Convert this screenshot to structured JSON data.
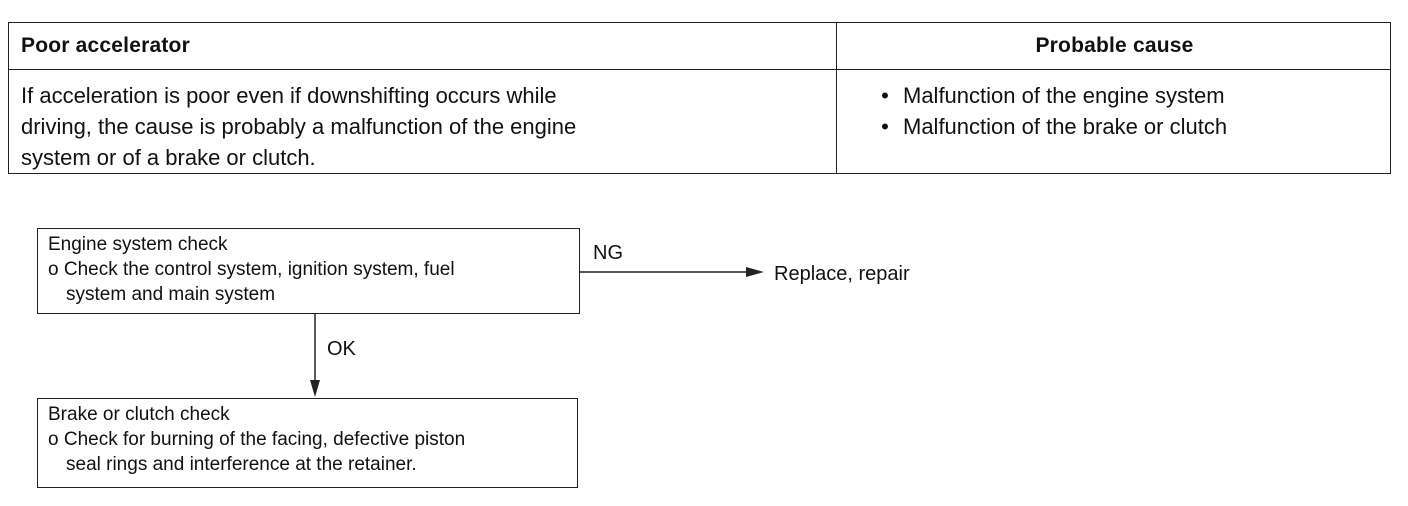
{
  "table": {
    "header_left": "Poor accelerator",
    "header_right": "Probable cause",
    "description_lines": [
      "If acceleration is poor even if downshifting occurs while",
      "driving, the cause is probably a malfunction of the engine",
      "system or of a brake or clutch."
    ],
    "causes": [
      "Malfunction of the engine system",
      "Malfunction of the brake or clutch"
    ],
    "bullet": "•"
  },
  "flowchart": {
    "step1": {
      "title": "Engine system check",
      "lines": [
        "o Check the control system, ignition system, fuel",
        "system and main system"
      ]
    },
    "step2": {
      "title": "Brake or clutch check",
      "lines": [
        "o Check for burning of the facing, defective piston",
        "seal rings and interference at the retainer."
      ]
    },
    "ng_label": "NG",
    "ok_label": "OK",
    "ng_result": "Replace, repair"
  }
}
